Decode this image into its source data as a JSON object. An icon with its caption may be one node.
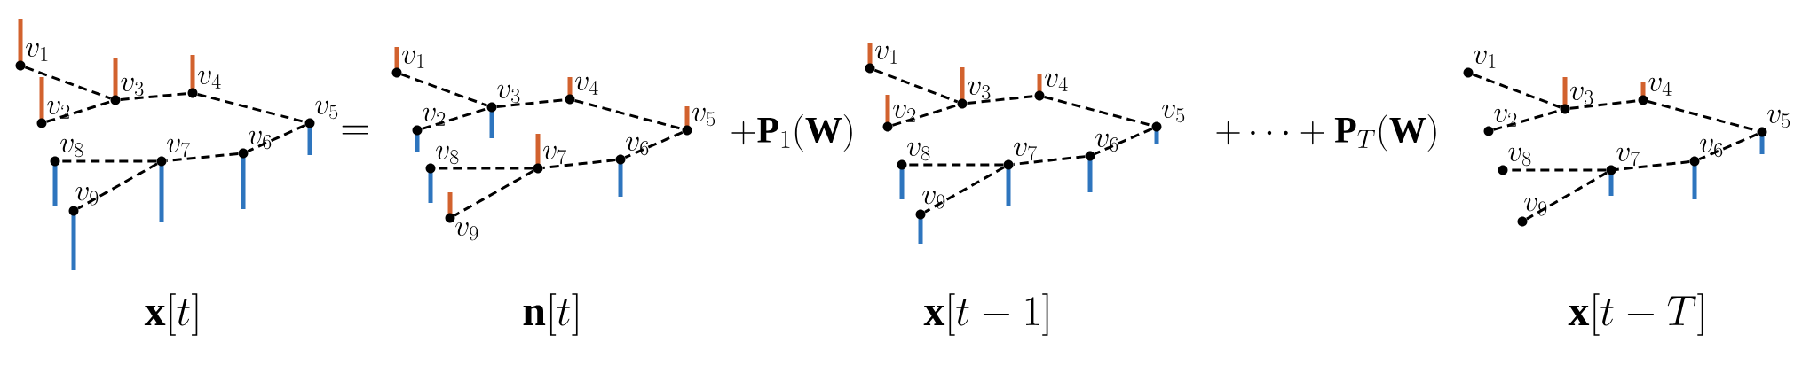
{
  "diagram": {
    "nodes": [
      {
        "text": [
          "v_1"
        ]
      },
      {
        "text": [
          "v_2"
        ]
      },
      {
        "text": [
          "v_3"
        ]
      },
      {
        "text": [
          "v_4"
        ]
      },
      {
        "text": [
          "v_5"
        ]
      },
      {
        "text": [
          "v_6"
        ]
      },
      {
        "text": [
          "v_7"
        ]
      },
      {
        "text": [
          "v_8"
        ]
      },
      {
        "text": [
          "v_9"
        ]
      },
      {
        "text": [
          "v_1"
        ]
      },
      {
        "text": [
          "v_2"
        ]
      },
      {
        "text": [
          "v_3"
        ]
      },
      {
        "text": [
          "v_4"
        ]
      },
      {
        "text": [
          "v_5"
        ]
      },
      {
        "text": [
          "v_6"
        ]
      },
      {
        "text": [
          "v_7"
        ]
      },
      {
        "text": [
          "v_8"
        ]
      },
      {
        "text": [
          "v_9"
        ]
      },
      {
        "text": [
          "v_1"
        ]
      },
      {
        "text": [
          "v_2"
        ]
      },
      {
        "text": [
          "v_3"
        ]
      },
      {
        "text": [
          "v_4"
        ]
      },
      {
        "text": [
          "v_5"
        ]
      },
      {
        "text": [
          "v_6"
        ]
      },
      {
        "text": [
          "v_7"
        ]
      },
      {
        "text": [
          "v_8"
        ]
      },
      {
        "text": [
          "v_9"
        ]
      },
      {
        "text": [
          "v_1"
        ]
      },
      {
        "text": [
          "v_2"
        ]
      },
      {
        "text": [
          "v_3"
        ]
      },
      {
        "text": [
          "v_4"
        ]
      },
      {
        "text": [
          "v_5"
        ]
      },
      {
        "text": [
          "v_6"
        ]
      },
      {
        "text": [
          "v_7"
        ]
      },
      {
        "text": [
          "v_8"
        ]
      },
      {
        "text": [
          "v_9"
        ]
      }
    ],
    "edges": [
      {
        "from": 0,
        "to": 2,
        "arrow": "none",
        "style": "dashed"
      },
      {
        "from": 1,
        "to": 2,
        "arrow": "none",
        "style": "dashed"
      },
      {
        "from": 2,
        "to": 3,
        "arrow": "none",
        "style": "dashed"
      },
      {
        "from": 3,
        "to": 4,
        "arrow": "none",
        "style": "dashed"
      },
      {
        "from": 4,
        "to": 5,
        "arrow": "none",
        "style": "dashed"
      },
      {
        "from": 5,
        "to": 6,
        "arrow": "none",
        "style": "dashed"
      },
      {
        "from": 6,
        "to": 7,
        "arrow": "none",
        "style": "dashed"
      },
      {
        "from": 6,
        "to": 8,
        "arrow": "none",
        "style": "dashed"
      },
      {
        "from": 9,
        "to": 11,
        "arrow": "none",
        "style": "dashed"
      },
      {
        "from": 10,
        "to": 11,
        "arrow": "none",
        "style": "dashed"
      },
      {
        "from": 11,
        "to": 12,
        "arrow": "none",
        "style": "dashed"
      },
      {
        "from": 12,
        "to": 13,
        "arrow": "none",
        "style": "dashed"
      },
      {
        "from": 13,
        "to": 14,
        "arrow": "none",
        "style": "dashed"
      },
      {
        "from": 14,
        "to": 15,
        "arrow": "none",
        "style": "dashed"
      },
      {
        "from": 15,
        "to": 16,
        "arrow": "none",
        "style": "dashed"
      },
      {
        "from": 15,
        "to": 17,
        "arrow": "none",
        "style": "dashed"
      },
      {
        "from": 18,
        "to": 20,
        "arrow": "none",
        "style": "dashed"
      },
      {
        "from": 19,
        "to": 20,
        "arrow": "none",
        "style": "dashed"
      },
      {
        "from": 20,
        "to": 21,
        "arrow": "none",
        "style": "dashed"
      },
      {
        "from": 21,
        "to": 22,
        "arrow": "none",
        "style": "dashed"
      },
      {
        "from": 22,
        "to": 23,
        "arrow": "none",
        "style": "dashed"
      },
      {
        "from": 23,
        "to": 24,
        "arrow": "none",
        "style": "dashed"
      },
      {
        "from": 24,
        "to": 25,
        "arrow": "none",
        "style": "dashed"
      },
      {
        "from": 24,
        "to": 26,
        "arrow": "none",
        "style": "dashed"
      },
      {
        "from": 27,
        "to": 29,
        "arrow": "none",
        "style": "dashed"
      },
      {
        "from": 28,
        "to": 29,
        "arrow": "none",
        "style": "dashed"
      },
      {
        "from": 29,
        "to": 30,
        "arrow": "none",
        "style": "dashed"
      },
      {
        "from": 30,
        "to": 31,
        "arrow": "none",
        "style": "dashed"
      },
      {
        "from": 31,
        "to": 32,
        "arrow": "none",
        "style": "dashed"
      },
      {
        "from": 32,
        "to": 33,
        "arrow": "none",
        "style": "dashed"
      },
      {
        "from": 33,
        "to": 34,
        "arrow": "none",
        "style": "dashed"
      },
      {
        "from": 33,
        "to": 35,
        "arrow": "none",
        "style": "dashed"
      }
    ],
    "labels": [
      "=",
      "+\\mathbf{P}_1(\\mathbf{W})",
      "+\\cdots+\\mathbf{P}_T(\\mathbf{W})",
      "\\mathbf{x}[t]",
      "\\mathbf{n}[t]",
      "\\mathbf{x}[t-1]",
      "\\mathbf{x}[t-T]"
    ]
  }
}
